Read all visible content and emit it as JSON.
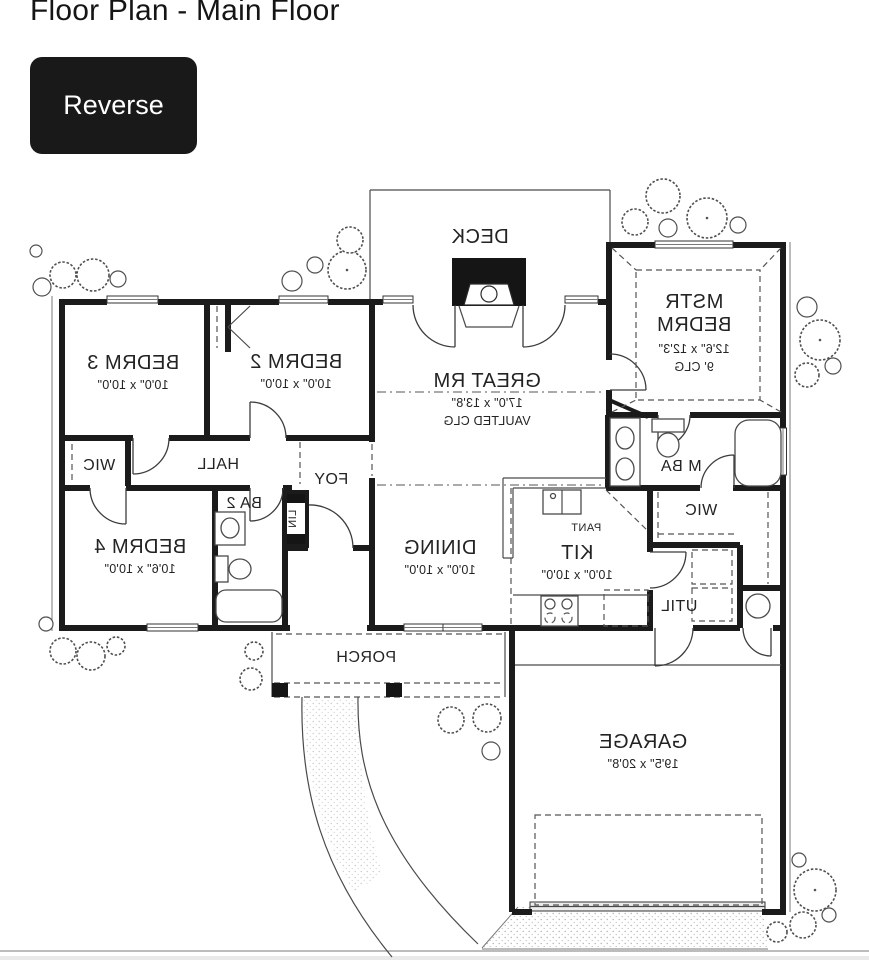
{
  "page": {
    "title": "Floor Plan - Main Floor"
  },
  "controls": {
    "reverse_button": "Reverse"
  },
  "colors": {
    "button_bg": "#191919",
    "button_text": "#ffffff",
    "wall": "#1b1b1b",
    "thin_line": "#4a4a4a"
  },
  "floor_plan": {
    "mirrored": true,
    "rooms": {
      "deck": {
        "label": "DECK"
      },
      "master": {
        "line1": "MSTR",
        "line2": "BEDRM",
        "dims": "12'6\" x 12'3\"",
        "clg": "9' CLG"
      },
      "bedrm3": {
        "label": "BEDRM 3",
        "dims": "10'0\" x 10'0\""
      },
      "bedrm2": {
        "label": "BEDRM 2",
        "dims": "10'0\" x 10'0\""
      },
      "great": {
        "label": "GREAT RM",
        "dims": "17'0\" x 13'8\"",
        "clg": "VAULTED CLG"
      },
      "wic_left": {
        "label": "WIC"
      },
      "hall": {
        "label": "HALL"
      },
      "foy": {
        "label": "FOY"
      },
      "ba2": {
        "label": "BA 2"
      },
      "lin": {
        "label": "LIN"
      },
      "bedrm4": {
        "label": "BEDRM 4",
        "dims": "10'6\" x 10'0\""
      },
      "dining": {
        "label": "DINING",
        "dims": "10'0\" x 10'0\""
      },
      "kit": {
        "label": "KIT",
        "dims": "10'0\" x 10'0\""
      },
      "pant": {
        "label": "PANT"
      },
      "mba": {
        "label": "M BA"
      },
      "wic_right": {
        "label": "WIC"
      },
      "util": {
        "label": "UTIL"
      },
      "porch": {
        "label": "PORCH"
      },
      "garage": {
        "label": "GARAGE",
        "dims": "19'5\" x 20'8\""
      }
    }
  }
}
